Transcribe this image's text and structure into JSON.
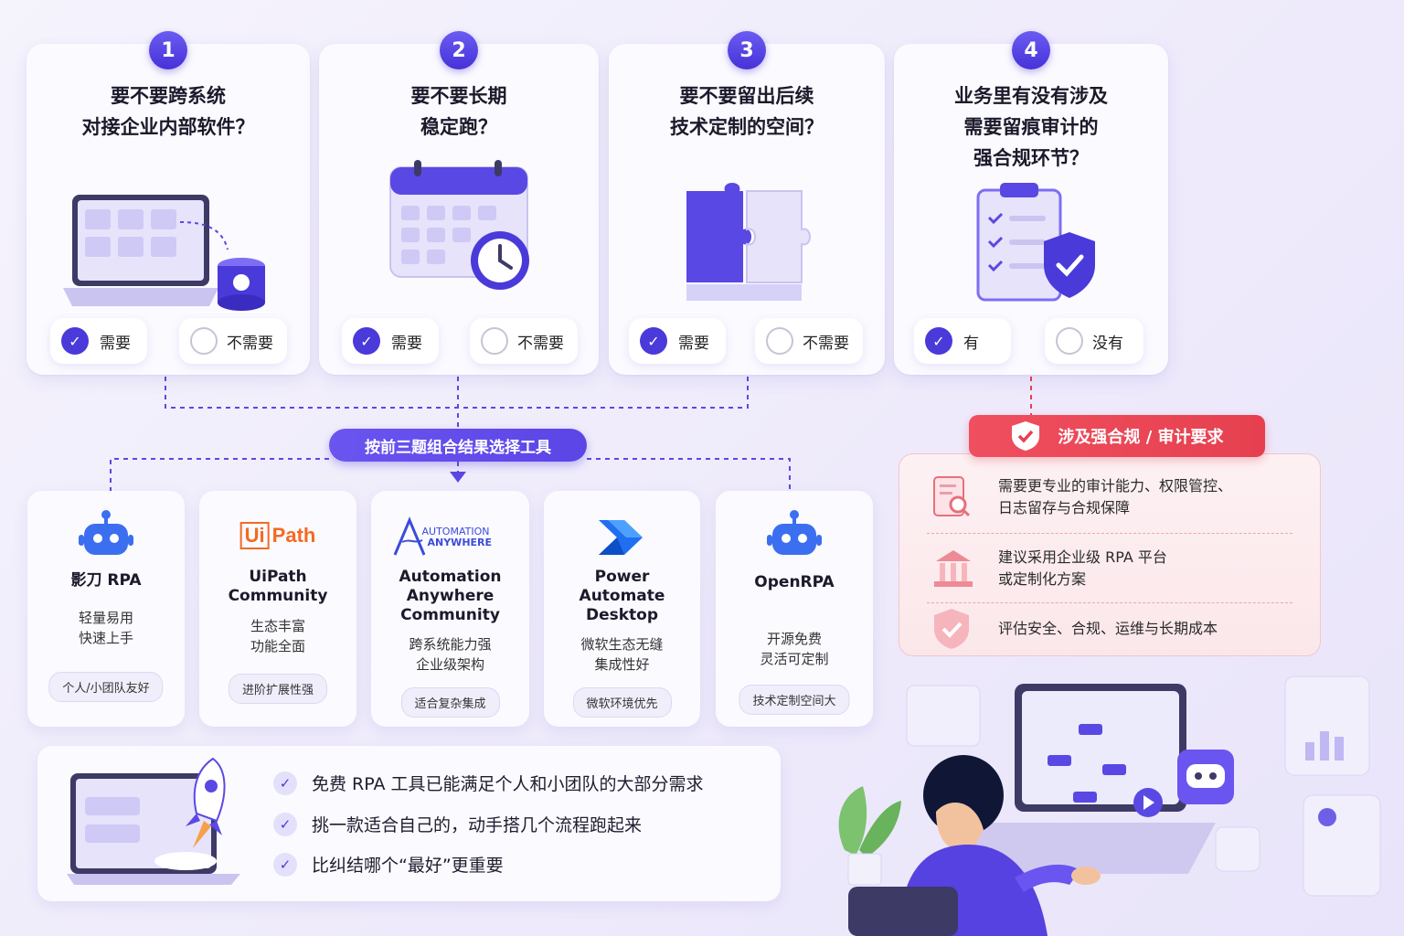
{
  "questions": [
    {
      "num": "1",
      "title": "要不要跨系统\n对接企业内部软件？",
      "yes": "需要",
      "no": "不需要"
    },
    {
      "num": "2",
      "title": "要不要长期\n稳定跑？",
      "yes": "需要",
      "no": "不需要"
    },
    {
      "num": "3",
      "title": "要不要留出后续\n技术定制的空间？",
      "yes": "需要",
      "no": "不需要"
    },
    {
      "num": "4",
      "title": "业务里有没有涉及\n需要留痕审计的\n强合规环节？",
      "yes": "有",
      "no": "没有"
    }
  ],
  "selector": "按前三题组合结果选择工具",
  "tools": [
    {
      "name": "影刀 RPA",
      "desc": "轻量易用\n快速上手",
      "tag": "个人/小团队友好",
      "icon": "robot-icon"
    },
    {
      "name": "UiPath\nCommunity",
      "desc": "生态丰富\n功能全面",
      "tag": "进阶扩展性强",
      "logo_a": "Ui",
      "logo_b": "Path"
    },
    {
      "name": "Automation\nAnywhere\nCommunity",
      "desc": "跨系统能力强\n企业级架构",
      "tag": "适合复杂集成",
      "logo_a": "AUTOMATION",
      "logo_b": "ANYWHERE"
    },
    {
      "name": "Power\nAutomate\nDesktop",
      "desc": "微软生态无缝\n集成性好",
      "tag": "微软环境优先",
      "icon": "power-automate-icon"
    },
    {
      "name": "OpenRPA",
      "desc": "开源免费\n灵活可定制",
      "tag": "技术定制空间大",
      "icon": "robot-icon"
    }
  ],
  "compliance": {
    "title": "涉及强合规 / 审计要求",
    "items": [
      {
        "text": "需要更专业的审计能力、权限管控、\n日志留存与合规保障",
        "icon": "audit-document-icon"
      },
      {
        "text": "建议采用企业级 RPA 平台\n或定制化方案",
        "icon": "bank-building-icon"
      },
      {
        "text": "评估安全、合规、运维与长期成本",
        "icon": "shield-check-icon"
      }
    ]
  },
  "summary": [
    "免费 RPA 工具已能满足个人和小团队的大部分需求",
    "挑一款适合自己的，动手搭几个流程跑起来",
    "比纠结哪个“最好”更重要"
  ],
  "colors": {
    "accent": "#4a3ad9",
    "danger": "#e6404f",
    "card": "#fbfaff"
  }
}
